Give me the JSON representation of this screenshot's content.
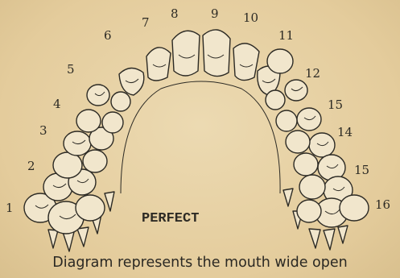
{
  "center_label": "PERFECT",
  "caption": "Diagram represents the mouth wide open",
  "tooth_numbers": [
    "1",
    "2",
    "3",
    "4",
    "5",
    "6",
    "7",
    "8",
    "9",
    "10",
    "11",
    "12",
    "15",
    "14",
    "15",
    "16"
  ],
  "colors": {
    "ink": "#2c2a24",
    "paper": "#e7d3a8",
    "tooth": "#f1e6cc"
  }
}
